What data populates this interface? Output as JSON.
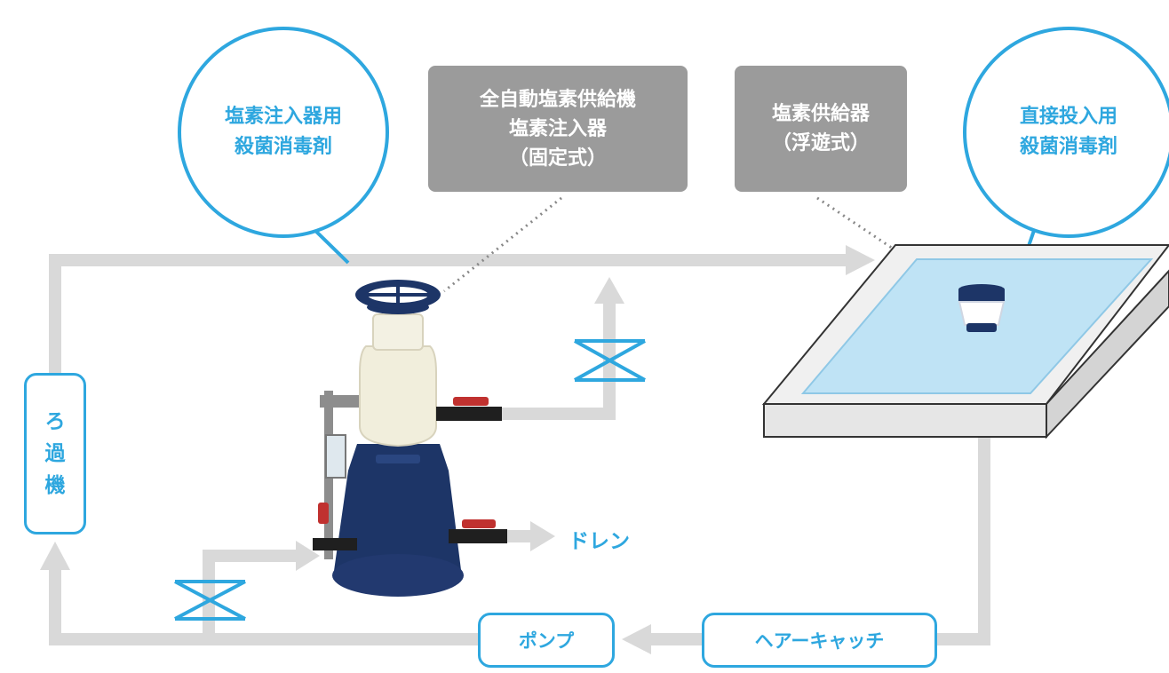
{
  "labels": {
    "bubble_left": [
      "塩素注入器用",
      "殺菌消毒剤"
    ],
    "bubble_right": [
      "直接投入用",
      "殺菌消毒剤"
    ],
    "box_center": [
      "全自動塩素供給機",
      "塩素注入器",
      "（固定式）"
    ],
    "box_right": [
      "塩素供給器",
      "（浮遊式）"
    ],
    "filter": [
      "ろ",
      "過",
      "機"
    ],
    "pump": "ポンプ",
    "hair_catcher": "ヘアーキャッチ",
    "drain": "ドレン"
  },
  "colors": {
    "accent": "#2ea7df",
    "pipe": "#d9d9d9",
    "box_gray": "#9b9b9b",
    "navy": "#1d3567",
    "cream": "#f1eedc",
    "water": "#bfe3f5",
    "valve_red": "#c0312f"
  }
}
